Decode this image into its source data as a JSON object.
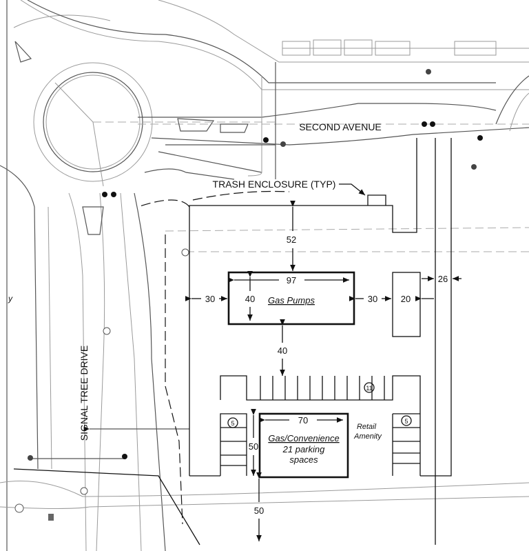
{
  "streets": {
    "second_avenue": "SECOND AVENUE",
    "signal_tree_drive": "SIGNAL TREE DRIVE"
  },
  "callouts": {
    "trash_enclosure": "TRASH ENCLOSURE (TYP)",
    "edge_fragment": "y"
  },
  "buildings": {
    "gas_pumps": "Gas Pumps",
    "convenience_line1": "Gas/Convenience",
    "convenience_line2": "21 parking",
    "convenience_line3": "spaces",
    "retail_line1": "Retail",
    "retail_line2": "Amenity"
  },
  "dimensions": {
    "setback_north": "52",
    "pumps_width": "97",
    "pumps_depth": "40",
    "west_setback": "30",
    "east_gap": "30",
    "canopy_width": "20",
    "east_drive": "26",
    "pumps_to_parking": "40",
    "store_width": "70",
    "store_depth": "50",
    "south_setback": "50"
  },
  "parking_counts": {
    "north_row": "11",
    "west_row": "5",
    "east_row": "5"
  }
}
